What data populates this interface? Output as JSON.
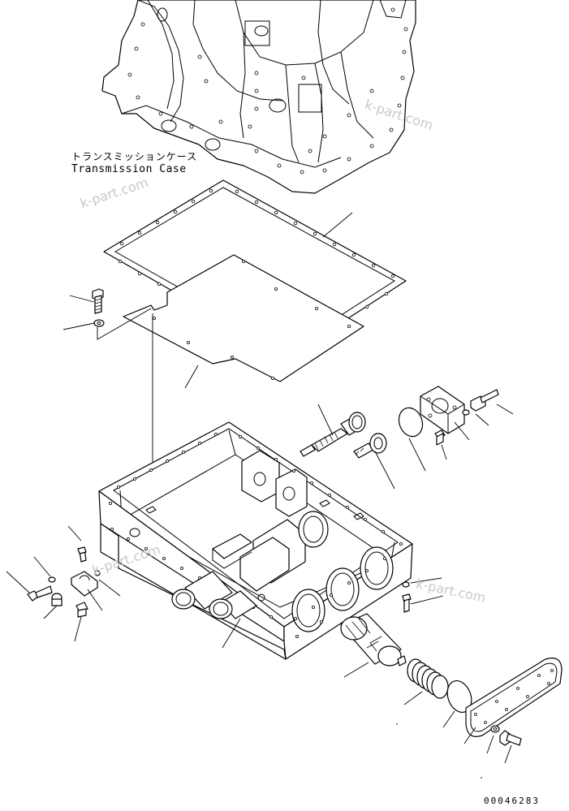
{
  "labels": {
    "case_jp": "トランスミッションケース",
    "case_en": "Transmission Case",
    "part_number": "00046283"
  },
  "watermark": {
    "text": "k-part.com",
    "color": "#c8c8c8"
  },
  "icons": [
    "bolt-icon",
    "washer-icon",
    "gasket-icon",
    "strainer-icon",
    "spring-icon",
    "cover-plate-icon"
  ]
}
